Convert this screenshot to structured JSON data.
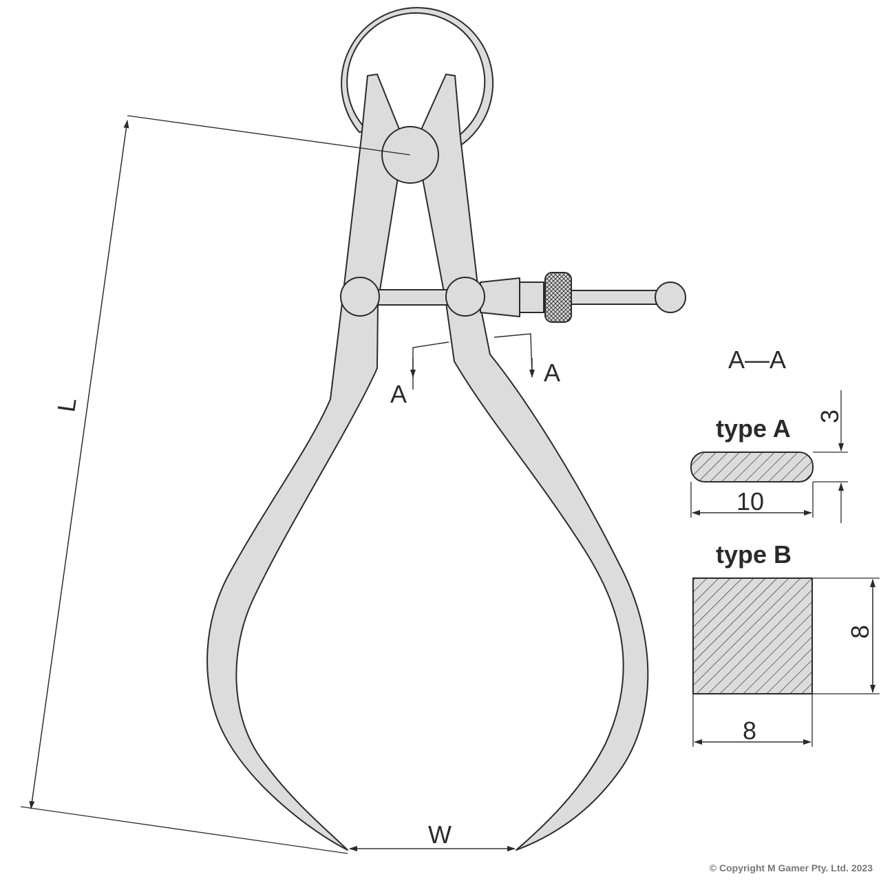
{
  "labels": {
    "length": "L",
    "width": "W",
    "section_left": "A",
    "section_right": "A",
    "section_title": "A—A",
    "type_a_title": "type A",
    "type_b_title": "type B"
  },
  "dimensions": {
    "type_a_width": "10",
    "type_a_thickness": "3",
    "type_b_width": "8",
    "type_b_height": "8"
  },
  "copyright": "© Copyright M Gamer Pty. Ltd. 2023",
  "colors": {
    "metal_fill": "#dcdcdd",
    "outline": "#2a2a2a",
    "copyright_text": "#777777"
  }
}
